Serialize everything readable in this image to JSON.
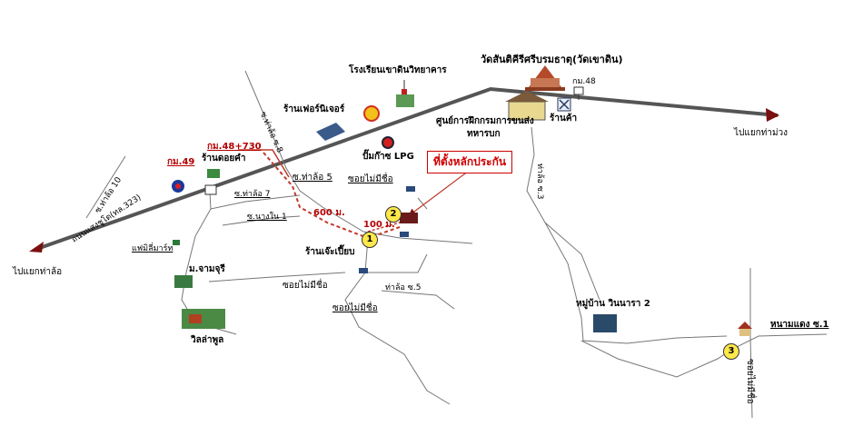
{
  "destinations": {
    "left": "ไปแยกท่าล้อ",
    "right": "ไปแยกท่าม่วง"
  },
  "roads": {
    "main_road": "ถนนแสงชูโต(ทล.323)",
    "soi_tha_lo_10": "ซ.ท่าล้อ 10",
    "soi_tha_lo_8": "ซ.ท่าล้อ ซ.8",
    "soi_tha_lo_5": "ซ.ท่าล้อ 5",
    "soi_tha_lo_7": "ซ.ท่าล้อ 7",
    "soi_nang_nai_1": "ซ.นางใน 1",
    "soi_tha_lo_3": "ท่าล้อ ซ.3",
    "tha_lo_soi_5_lower": "ท่าล้อ ซ.5",
    "soi_no_name_1": "ซอยไม่มีชื่อ",
    "soi_no_name_2": "ซอยไม่มีชื่อ",
    "soi_no_name_3": "ซอยไม่มีชื่อ",
    "soi_no_name_4": "ซอยไม่มีชื่อ",
    "nong_ya_plong": "หนามแดง ซ.1"
  },
  "kilometer_markers": {
    "km49": "กม.49",
    "km48_730": "กม.48+730",
    "km48": "กม.48"
  },
  "places": {
    "temple": "วัดสันติคีรีศรีบรมธาตุ(วัดเขาดิน)",
    "school": "โรงเรียนเขาดินวิทยาคาร",
    "furniture_shop": "ร้านเฟอร์นิเจอร์",
    "lpg_station": "ปั๊มก๊าซ LPG",
    "training_center_line1": "ศูนย์การฝึกกรมการขนส่ง",
    "training_center_line2": "ทหารบก",
    "shop": "ร้านค้า",
    "thong_kham_shop": "ร้านดอยคำ",
    "family_mart": "แฟมิลี่มาร์ท",
    "village_chamchuri": "ม.จามจุรี",
    "resort": "วิลล่าพูล",
    "chiang_shop": "ร้านเจ๊ะเปี๊ยบ",
    "village_winnara": "หมู่บ้าน วินนารา 2"
  },
  "callout": {
    "label": "ที่ตั้งหลักประกัน"
  },
  "distances": {
    "d600": "600 ม.",
    "d100": "100 ม."
  },
  "pins": [
    "1",
    "2",
    "3"
  ],
  "colors": {
    "road": "#555555",
    "route": "#c0392b",
    "callout": "#d00000",
    "pin": "#ffe84a"
  }
}
